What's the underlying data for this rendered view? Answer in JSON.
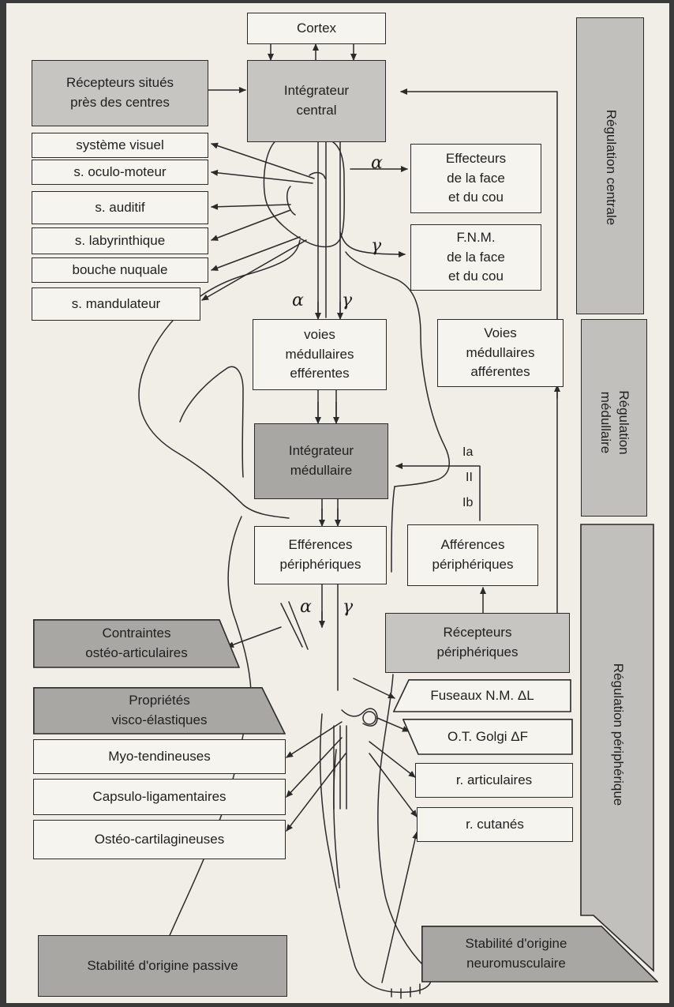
{
  "center": {
    "cortex": "Cortex",
    "central_integrator": [
      "Intégrateur",
      "central"
    ],
    "efferent_pathways": [
      "voies",
      "médullaires",
      "efférentes"
    ],
    "spinal_integrator": [
      "Intégrateur",
      "médullaire"
    ],
    "peripheral_efferents": [
      "Efférences",
      "périphériques"
    ]
  },
  "left": {
    "near_receptors": [
      "Récepteurs situés",
      "près des centres"
    ],
    "sensors": [
      "système visuel",
      "s. oculo-moteur",
      "s. auditif",
      "s. labyrinthique",
      "bouche nuquale",
      "s. mandulateur"
    ],
    "osteo_constraints": [
      "Contraintes",
      "ostéo-articulaires"
    ],
    "viscoelastic": [
      "Propriétés",
      "visco-élastiques"
    ],
    "tissues": [
      "Myo-tendineuses",
      "Capsulo-ligamentaires",
      "Ostéo-cartilagineuses"
    ],
    "passive_stability": "Stabilité d'origine passive"
  },
  "right": {
    "face_effectors": [
      "Effecteurs",
      "de la face",
      "et du cou"
    ],
    "face_fnm": [
      "F.N.M.",
      "de la face",
      "et du cou"
    ],
    "afferent_pathways": [
      "Voies",
      "médullaires",
      "afférentes"
    ],
    "fiber_types": [
      "Ia",
      "II",
      "Ib"
    ],
    "peripheral_afferents": [
      "Afférences",
      "périphériques"
    ],
    "peripheral_receptors": [
      "Récepteurs",
      "périphériques"
    ],
    "spindles": "Fuseaux N.M. ΔL",
    "golgi": "O.T. Golgi ΔF",
    "articular": "r. articulaires",
    "cutaneous": "r. cutanés",
    "neuromuscular_stability": [
      "Stabilité d'origine",
      "neuromusculaire"
    ]
  },
  "bands": {
    "central": "Régulation centrale",
    "spinal": [
      "Régulation",
      "médullaire"
    ],
    "peripheral": "Régulation périphérique"
  },
  "greek": {
    "alpha": "α",
    "gamma": "γ"
  },
  "colors": {
    "ink": "#2a2a2a",
    "paper": "#f1eee8",
    "shade": "#c2c0bc",
    "shade_dark": "#a9a7a3"
  }
}
